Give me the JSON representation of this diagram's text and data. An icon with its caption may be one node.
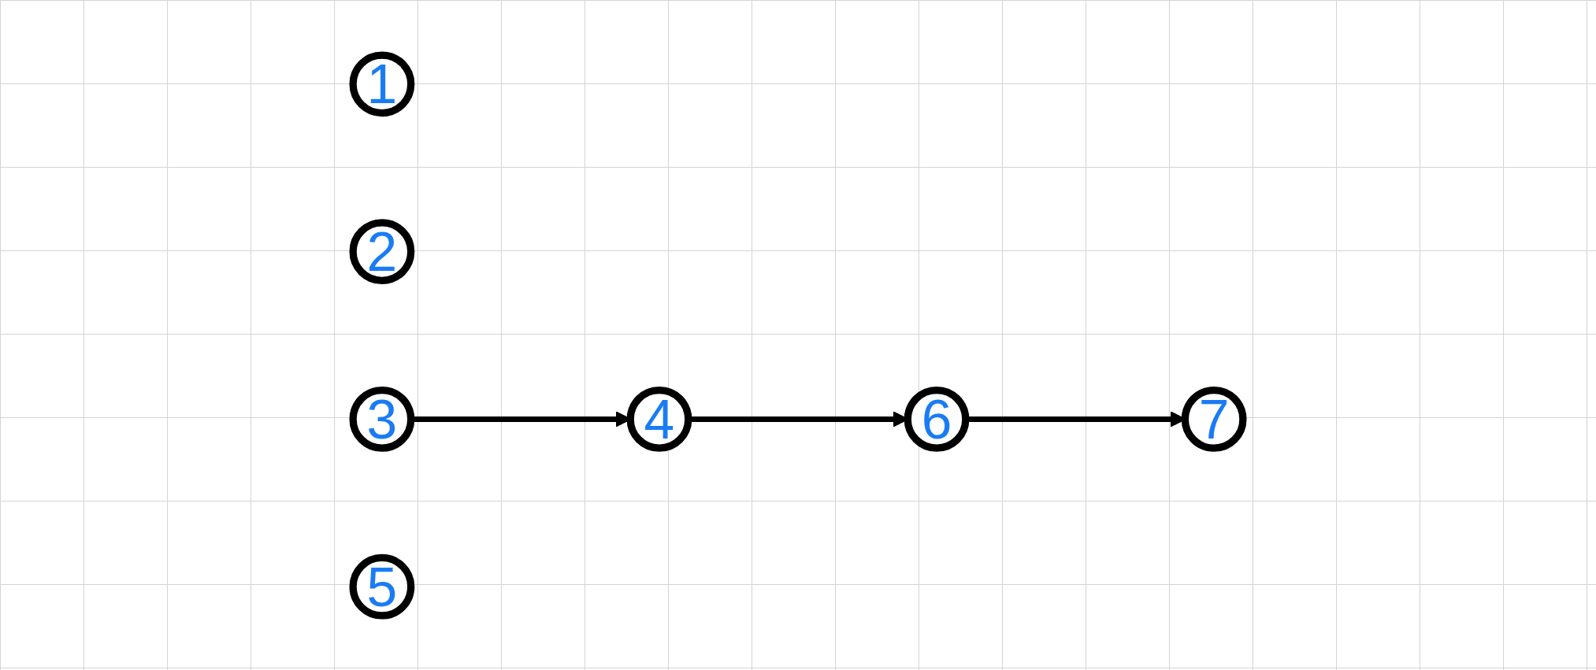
{
  "diagram": {
    "nodes": [
      {
        "text": [
          "1"
        ]
      },
      {
        "text": [
          "2"
        ]
      },
      {
        "text": [
          "3"
        ]
      },
      {
        "text": [
          "4"
        ]
      },
      {
        "text": [
          "5"
        ]
      },
      {
        "text": [
          "6"
        ]
      },
      {
        "text": [
          "7"
        ]
      }
    ],
    "edges": [
      {
        "from": 2,
        "to": 3,
        "arrow": "to"
      },
      {
        "from": 3,
        "to": 5,
        "arrow": "to"
      },
      {
        "from": 5,
        "to": 6,
        "arrow": "to"
      }
    ]
  }
}
